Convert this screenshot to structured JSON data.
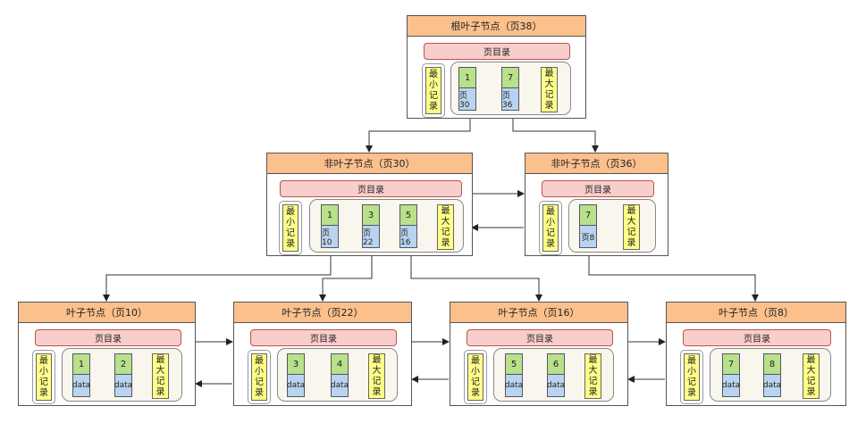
{
  "diagram": {
    "directory_label": "页目录",
    "min_record_label": "最小记录",
    "max_record_label": "最大记录",
    "root": {
      "title": "根叶子节点（页38）",
      "records": [
        {
          "key": "1",
          "ptr": "页30"
        },
        {
          "key": "7",
          "ptr": "页36"
        }
      ]
    },
    "internal": [
      {
        "title": "非叶子节点（页30）",
        "records": [
          {
            "key": "1",
            "ptr": "页10"
          },
          {
            "key": "3",
            "ptr": "页22"
          },
          {
            "key": "5",
            "ptr": "页16"
          }
        ]
      },
      {
        "title": "非叶子节点（页36）",
        "records": [
          {
            "key": "7",
            "ptr": "页8"
          }
        ]
      }
    ],
    "leaves": [
      {
        "title": "叶子节点（页10）",
        "records": [
          {
            "key": "1",
            "ptr": "data"
          },
          {
            "key": "2",
            "ptr": "data"
          }
        ]
      },
      {
        "title": "叶子节点（页22）",
        "records": [
          {
            "key": "3",
            "ptr": "data"
          },
          {
            "key": "4",
            "ptr": "data"
          }
        ]
      },
      {
        "title": "叶子节点（页16）",
        "records": [
          {
            "key": "5",
            "ptr": "data"
          },
          {
            "key": "6",
            "ptr": "data"
          }
        ]
      },
      {
        "title": "叶子节点（页8）",
        "records": [
          {
            "key": "7",
            "ptr": "data"
          },
          {
            "key": "8",
            "ptr": "data"
          }
        ]
      }
    ]
  }
}
